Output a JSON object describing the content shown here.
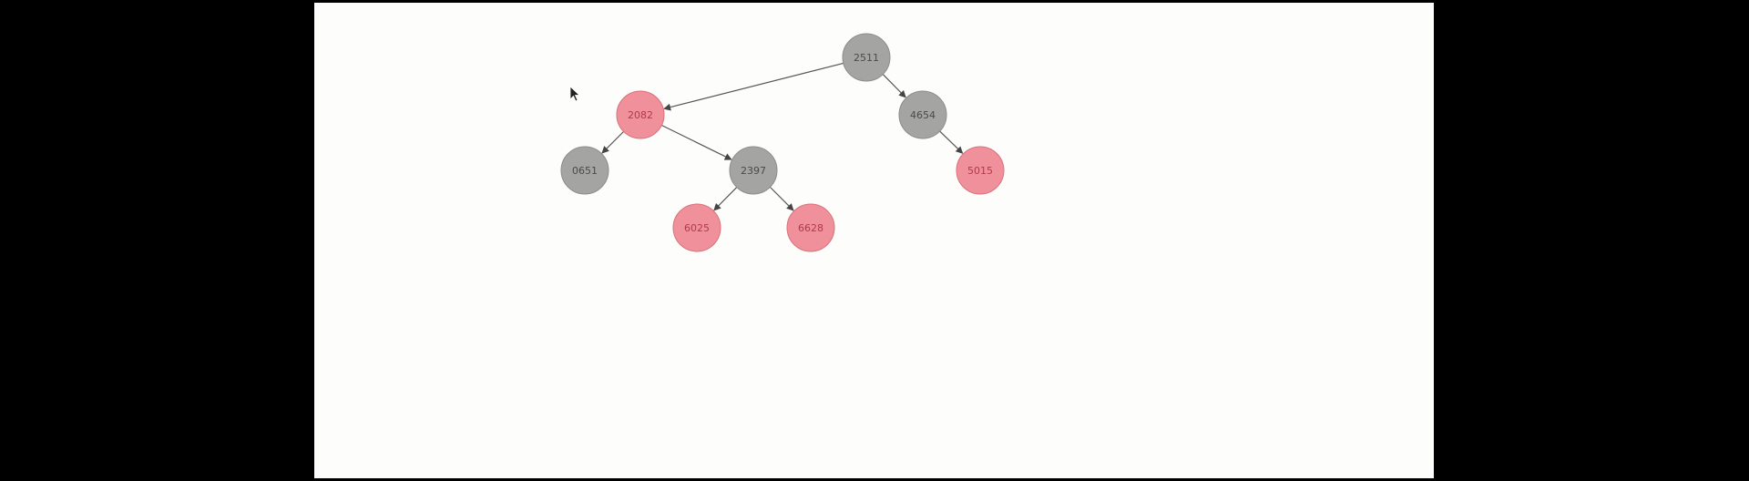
{
  "tree": {
    "colors": {
      "red_fill": "#f0909a",
      "red_stroke": "#d9727e",
      "red_text": "#b03a48",
      "black_fill": "#a4a4a2",
      "black_stroke": "#8c8c8a",
      "black_text": "#4a4a4a",
      "edge": "#555555"
    },
    "nodes": [
      {
        "id": "n0",
        "label": "2511",
        "color": "black"
      },
      {
        "id": "n1",
        "label": "2082",
        "color": "red"
      },
      {
        "id": "n2",
        "label": "4654",
        "color": "black"
      },
      {
        "id": "n3",
        "label": "0651",
        "color": "black"
      },
      {
        "id": "n4",
        "label": "2397",
        "color": "black"
      },
      {
        "id": "n5",
        "label": "5015",
        "color": "red"
      },
      {
        "id": "n6",
        "label": "6025",
        "color": "red"
      },
      {
        "id": "n7",
        "label": "6628",
        "color": "red"
      }
    ],
    "edges": [
      {
        "from": "n0",
        "to": "n1"
      },
      {
        "from": "n0",
        "to": "n2"
      },
      {
        "from": "n1",
        "to": "n3"
      },
      {
        "from": "n1",
        "to": "n4"
      },
      {
        "from": "n2",
        "to": "n5"
      },
      {
        "from": "n4",
        "to": "n6"
      },
      {
        "from": "n4",
        "to": "n7"
      }
    ]
  }
}
